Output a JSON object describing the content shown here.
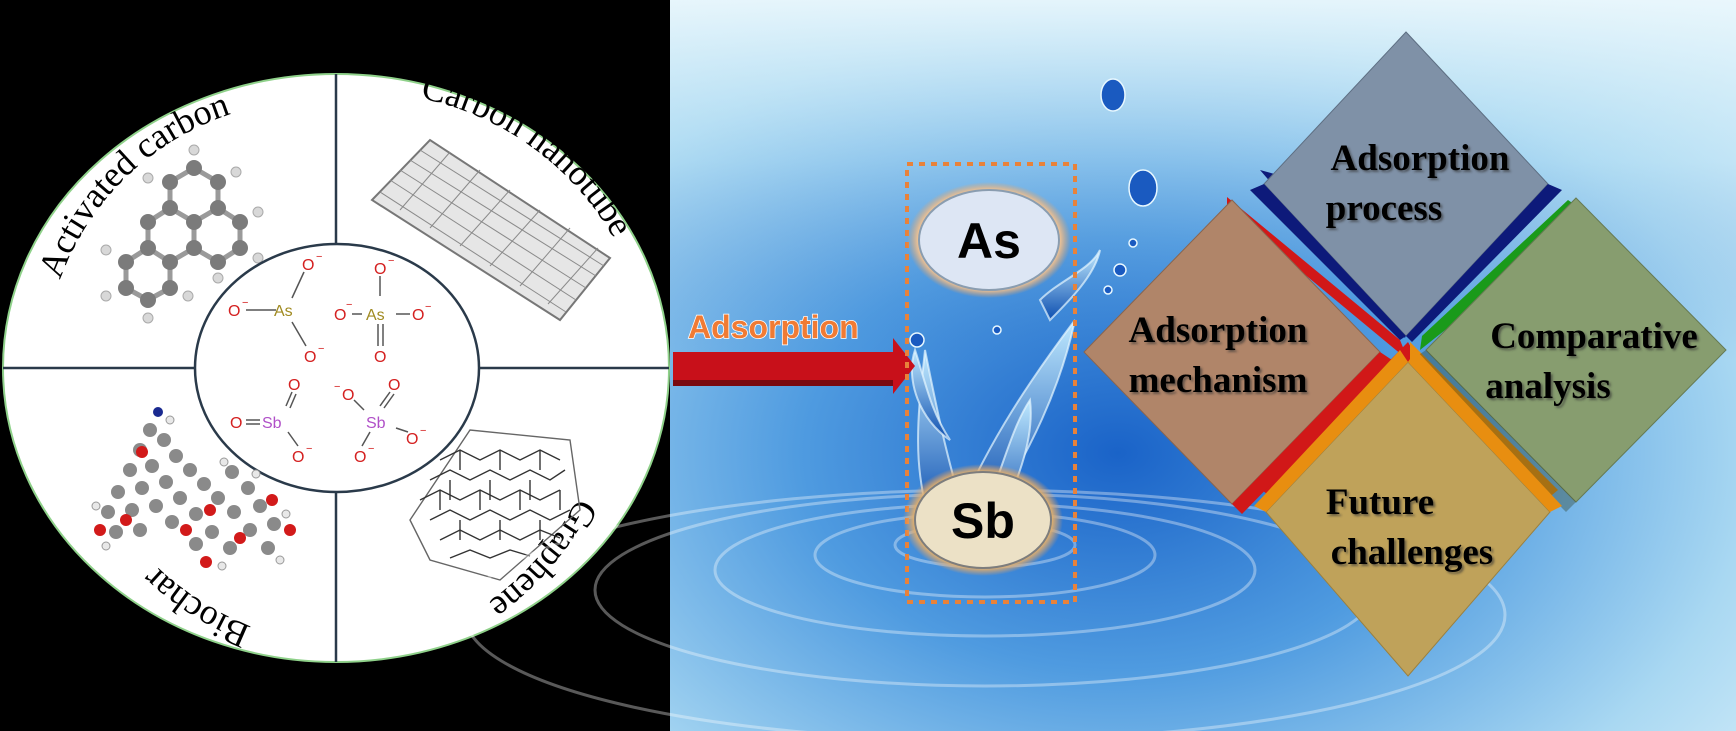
{
  "circle_panel": {
    "quadrants": [
      {
        "id": "activated-carbon",
        "label": "Activated carbon"
      },
      {
        "id": "carbon-nanotube",
        "label": "Carbon nanotube"
      },
      {
        "id": "biochar",
        "label": "Biochar"
      },
      {
        "id": "graphene",
        "label": "Graphene"
      }
    ],
    "species": {
      "arsenite": {
        "center": "As",
        "o1": "O",
        "o2": "O",
        "o3": "O",
        "minus": "−"
      },
      "arsenate": {
        "center": "As",
        "o1": "O",
        "o2": "O",
        "o3": "O",
        "o4": "O",
        "minus": "−"
      },
      "antimonite": {
        "center": "Sb",
        "o1": "O",
        "o2": "O",
        "o3": "O",
        "minus": "−"
      },
      "antimonate": {
        "center": "Sb",
        "o1": "O",
        "o2": "O",
        "o3": "O",
        "o4": "O",
        "minus": "−"
      }
    }
  },
  "water_panel": {
    "arrow_label": "Adsorption",
    "element_top": "As",
    "element_bottom": "Sb"
  },
  "diamonds": [
    {
      "id": "adsorption-process",
      "line1": "Adsorption",
      "line2": "process",
      "color": "#7f91a7"
    },
    {
      "id": "adsorption-mechanism",
      "line1": "Adsorption",
      "line2": "mechanism",
      "color": "#b08569"
    },
    {
      "id": "comparative-analysis",
      "line1": "Comparative",
      "line2": "analysis",
      "color": "#879d6f"
    },
    {
      "id": "future-challenges",
      "line1": "Future",
      "line2": "challenges",
      "color": "#bfa25a"
    }
  ],
  "colors": {
    "arrow": "#c8101a",
    "arrow_label": "#f07b34",
    "oxygen": "#d42020",
    "arsenic": "#a08a20",
    "antimony": "#b050c8",
    "dotted_box": "#e8823a"
  }
}
